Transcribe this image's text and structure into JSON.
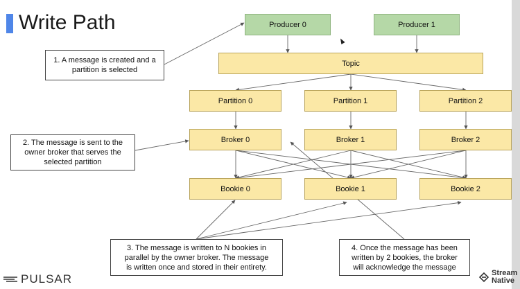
{
  "title": "Write Path",
  "colors": {
    "accent": "#4f86e8",
    "component": "#fbe8a6",
    "producer": "#b5d8a7"
  },
  "producers": [
    "Producer 0",
    "Producer 1"
  ],
  "topic": "Topic",
  "partitions": [
    "Partition 0",
    "Partition 1",
    "Partition 2"
  ],
  "brokers": [
    "Broker 0",
    "Broker 1",
    "Broker 2"
  ],
  "bookies": [
    "Bookie 0",
    "Bookie 1",
    "Bookie 2"
  ],
  "notes": {
    "n1": [
      "1. A message is created and a",
      "partition is selected"
    ],
    "n2": [
      "2. The message is sent to the",
      "owner broker that serves the",
      "selected partition"
    ],
    "n3": [
      "3. The message is written to N bookies in",
      "parallel by the owner broker. The message",
      "is written once and stored in their entirety."
    ],
    "n4": [
      "4. Once the message has been",
      "written by 2 bookies, the broker",
      "will acknowledge the message"
    ]
  },
  "footer": {
    "left_logo": "PULSAR",
    "right_logo_line1": "Stream",
    "right_logo_line2": "Native"
  },
  "icons": {
    "pulsar": "pulsar-logo-icon",
    "streamnative": "streamnative-logo-icon",
    "cursor": "cursor-icon"
  }
}
